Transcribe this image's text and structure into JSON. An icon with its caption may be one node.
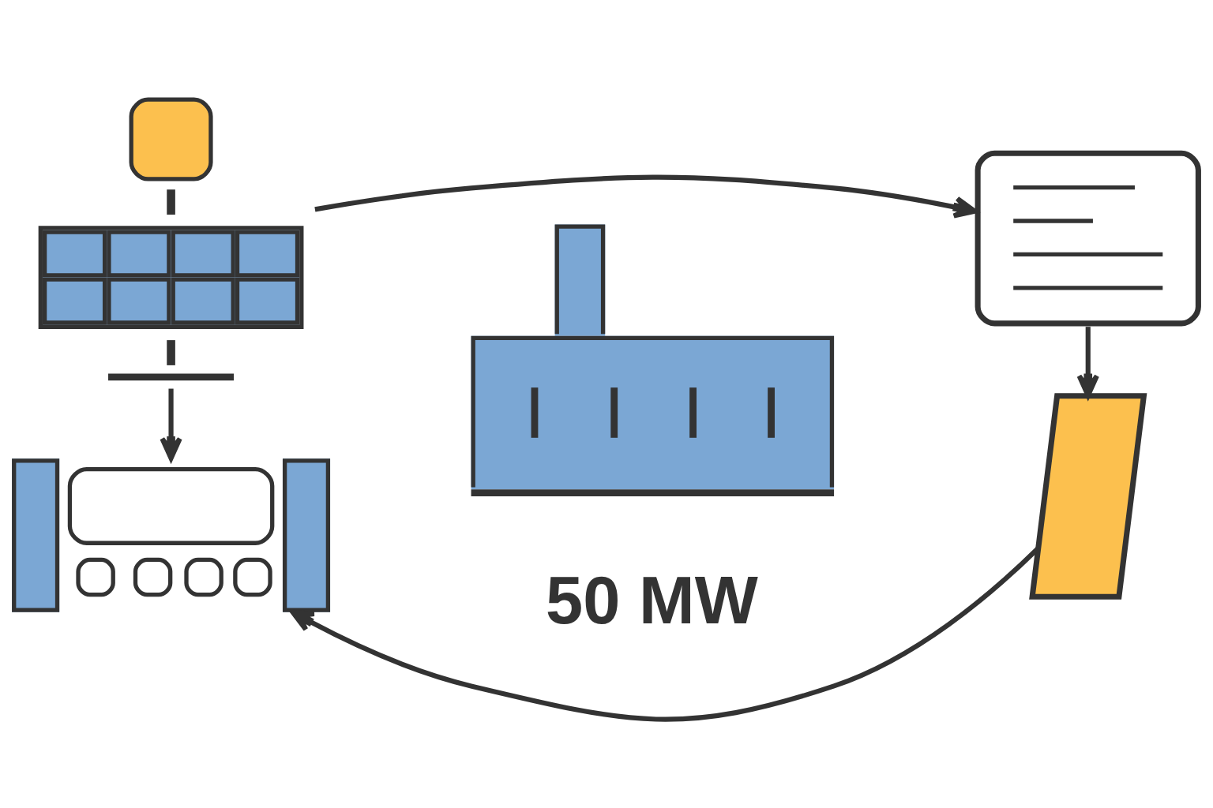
{
  "diagram": {
    "nodes": [
      {
        "text": [],
        "shape": "picture"
      },
      {
        "text": [],
        "shape": "picture"
      },
      {
        "text": [],
        "shape": "picture",
        "beside": [
          "50 MW"
        ]
      },
      {
        "text": [],
        "shape": "picture"
      },
      {
        "text": [],
        "shape": "picture"
      }
    ],
    "edges": [
      {
        "from": 0,
        "to": 1,
        "arrow": "to"
      },
      {
        "from": 1,
        "to": 4,
        "arrow": "to"
      },
      {
        "from": 4,
        "to": 3,
        "arrow": "to"
      },
      {
        "from": 0,
        "to": 3,
        "arrow": "to"
      }
    ]
  }
}
